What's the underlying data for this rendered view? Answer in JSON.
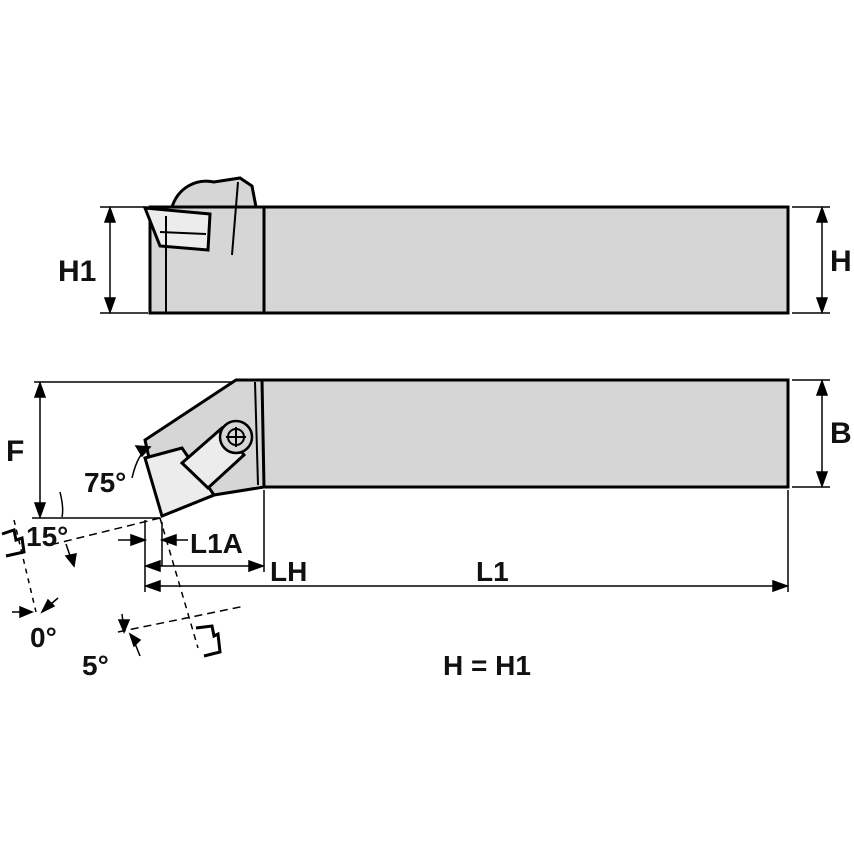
{
  "labels": {
    "h1": "H1",
    "h": "H",
    "b": "B",
    "f": "F",
    "angle75": "75°",
    "angle15": "15°",
    "l1a": "L1A",
    "lh": "LH",
    "l1": "L1",
    "angle0": "0°",
    "angle5": "5°",
    "equation": "H = H1"
  },
  "colors": {
    "body_fill": "#d6d6d6",
    "outline": "#000000",
    "background": "#ffffff"
  }
}
